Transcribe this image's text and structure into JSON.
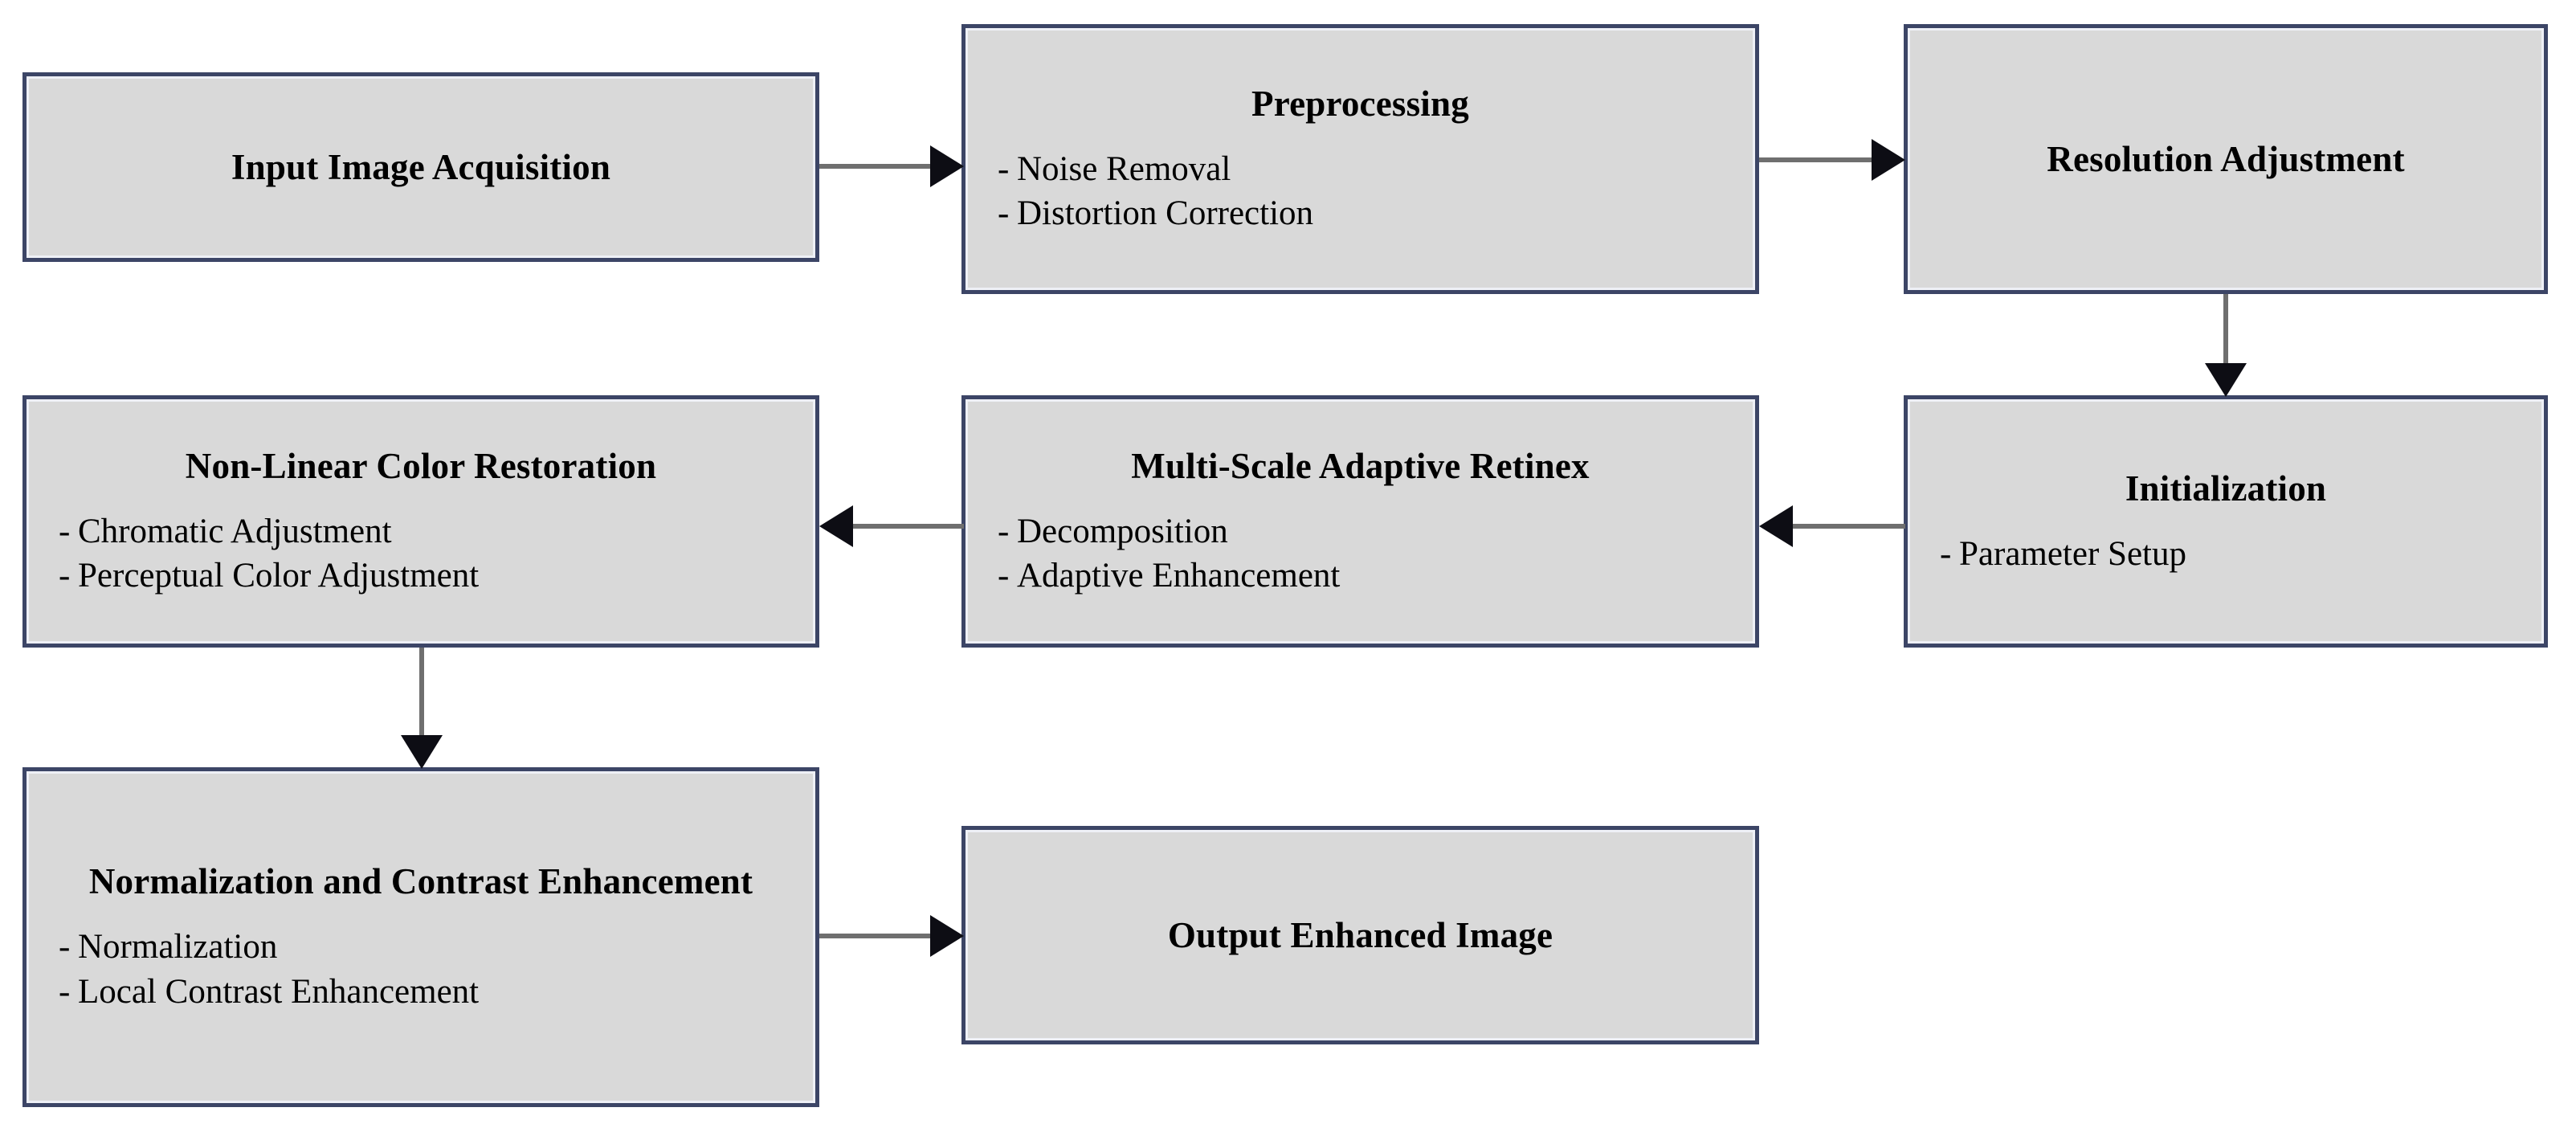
{
  "diagram": {
    "type": "flowchart",
    "background_color": "#ffffff",
    "node_fill_color": "#d9d9d9",
    "node_border_color": "#3c4566",
    "arrow_color": "#6f6f6f",
    "arrowhead_color": "#0d0d14",
    "nodes": [
      {
        "id": "input-image-acquisition",
        "title": "Input Image Acquisition",
        "bullets": []
      },
      {
        "id": "preprocessing",
        "title": "Preprocessing",
        "bullets": [
          "Noise Removal",
          "Distortion Correction"
        ]
      },
      {
        "id": "resolution-adjustment",
        "title": "Resolution Adjustment",
        "bullets": []
      },
      {
        "id": "initialization",
        "title": "Initialization",
        "bullets": [
          "Parameter Setup"
        ]
      },
      {
        "id": "multi-scale-adaptive-retinex",
        "title": "Multi-Scale Adaptive Retinex",
        "bullets": [
          "Decomposition",
          "Adaptive Enhancement"
        ]
      },
      {
        "id": "non-linear-color-restoration",
        "title": "Non-Linear Color Restoration",
        "bullets": [
          "Chromatic Adjustment",
          "Perceptual Color Adjustment"
        ]
      },
      {
        "id": "normalization-contrast-enhancement",
        "title": "Normalization and Contrast Enhancement",
        "bullets": [
          "Normalization",
          "Local Contrast Enhancement"
        ]
      },
      {
        "id": "output-enhanced-image",
        "title": "Output Enhanced Image",
        "bullets": []
      }
    ],
    "edges": [
      {
        "id": "input-to-preprocessing",
        "from": "input-image-acquisition",
        "to": "preprocessing",
        "direction": "right"
      },
      {
        "id": "preprocessing-to-resolution",
        "from": "preprocessing",
        "to": "resolution-adjustment",
        "direction": "right"
      },
      {
        "id": "resolution-to-initialization",
        "from": "resolution-adjustment",
        "to": "initialization",
        "direction": "down"
      },
      {
        "id": "initialization-to-retinex",
        "from": "initialization",
        "to": "multi-scale-adaptive-retinex",
        "direction": "left"
      },
      {
        "id": "retinex-to-color-restoration",
        "from": "multi-scale-adaptive-retinex",
        "to": "non-linear-color-restoration",
        "direction": "left"
      },
      {
        "id": "color-restoration-to-normalization",
        "from": "non-linear-color-restoration",
        "to": "normalization-contrast-enhancement",
        "direction": "down"
      },
      {
        "id": "normalization-to-output",
        "from": "normalization-contrast-enhancement",
        "to": "output-enhanced-image",
        "direction": "right"
      }
    ],
    "bullet_marker": "-"
  }
}
